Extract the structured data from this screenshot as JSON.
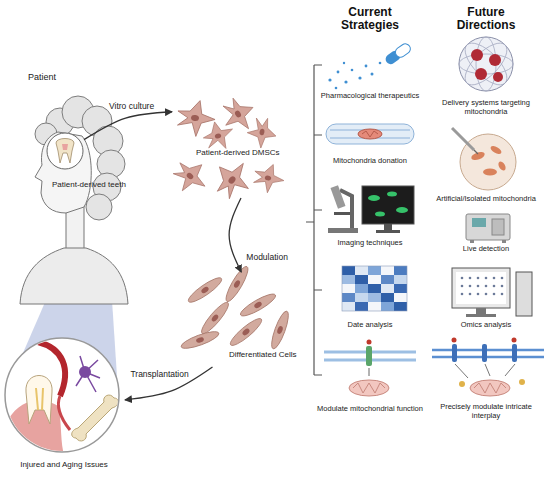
{
  "diagram": {
    "nodes": [
      {
        "text": [
          "Patient"
        ]
      },
      {
        "text": [
          "Patient-derived teeth"
        ],
        "in": 0
      },
      {
        "text": [
          "Patient-derived DMSCs"
        ]
      },
      {
        "text": [
          "Differentiated Cells"
        ]
      },
      {
        "text": [
          "Injured and Aging Issues"
        ]
      },
      {
        "text": [
          "Pharmacological therapeutics"
        ]
      },
      {
        "text": [
          "Mitochondria donation"
        ]
      },
      {
        "text": [
          "Imaging techniques"
        ]
      },
      {
        "text": [
          "Date analysis"
        ]
      },
      {
        "text": [
          "Modulate mitochondrial function"
        ]
      },
      {
        "text": [
          "Delivery systems targeting mitochondria"
        ]
      },
      {
        "text": [
          "Artificial/Isolated mitochondria"
        ]
      },
      {
        "text": [
          "Live detection"
        ]
      },
      {
        "text": [
          "Omics analysis"
        ]
      },
      {
        "text": [
          "Precisely modulate intricate interplay"
        ]
      }
    ],
    "edges": [
      {
        "from": 1,
        "to": 2,
        "label": "Vitro culture",
        "arrow": "to"
      },
      {
        "from": 2,
        "to": 3,
        "label": "Modulation",
        "arrow": "to"
      },
      {
        "from": 3,
        "to": 4,
        "label": "Transplantation",
        "arrow": "to"
      }
    ],
    "labels": [
      "Current Strategies",
      "Future Directions"
    ]
  }
}
